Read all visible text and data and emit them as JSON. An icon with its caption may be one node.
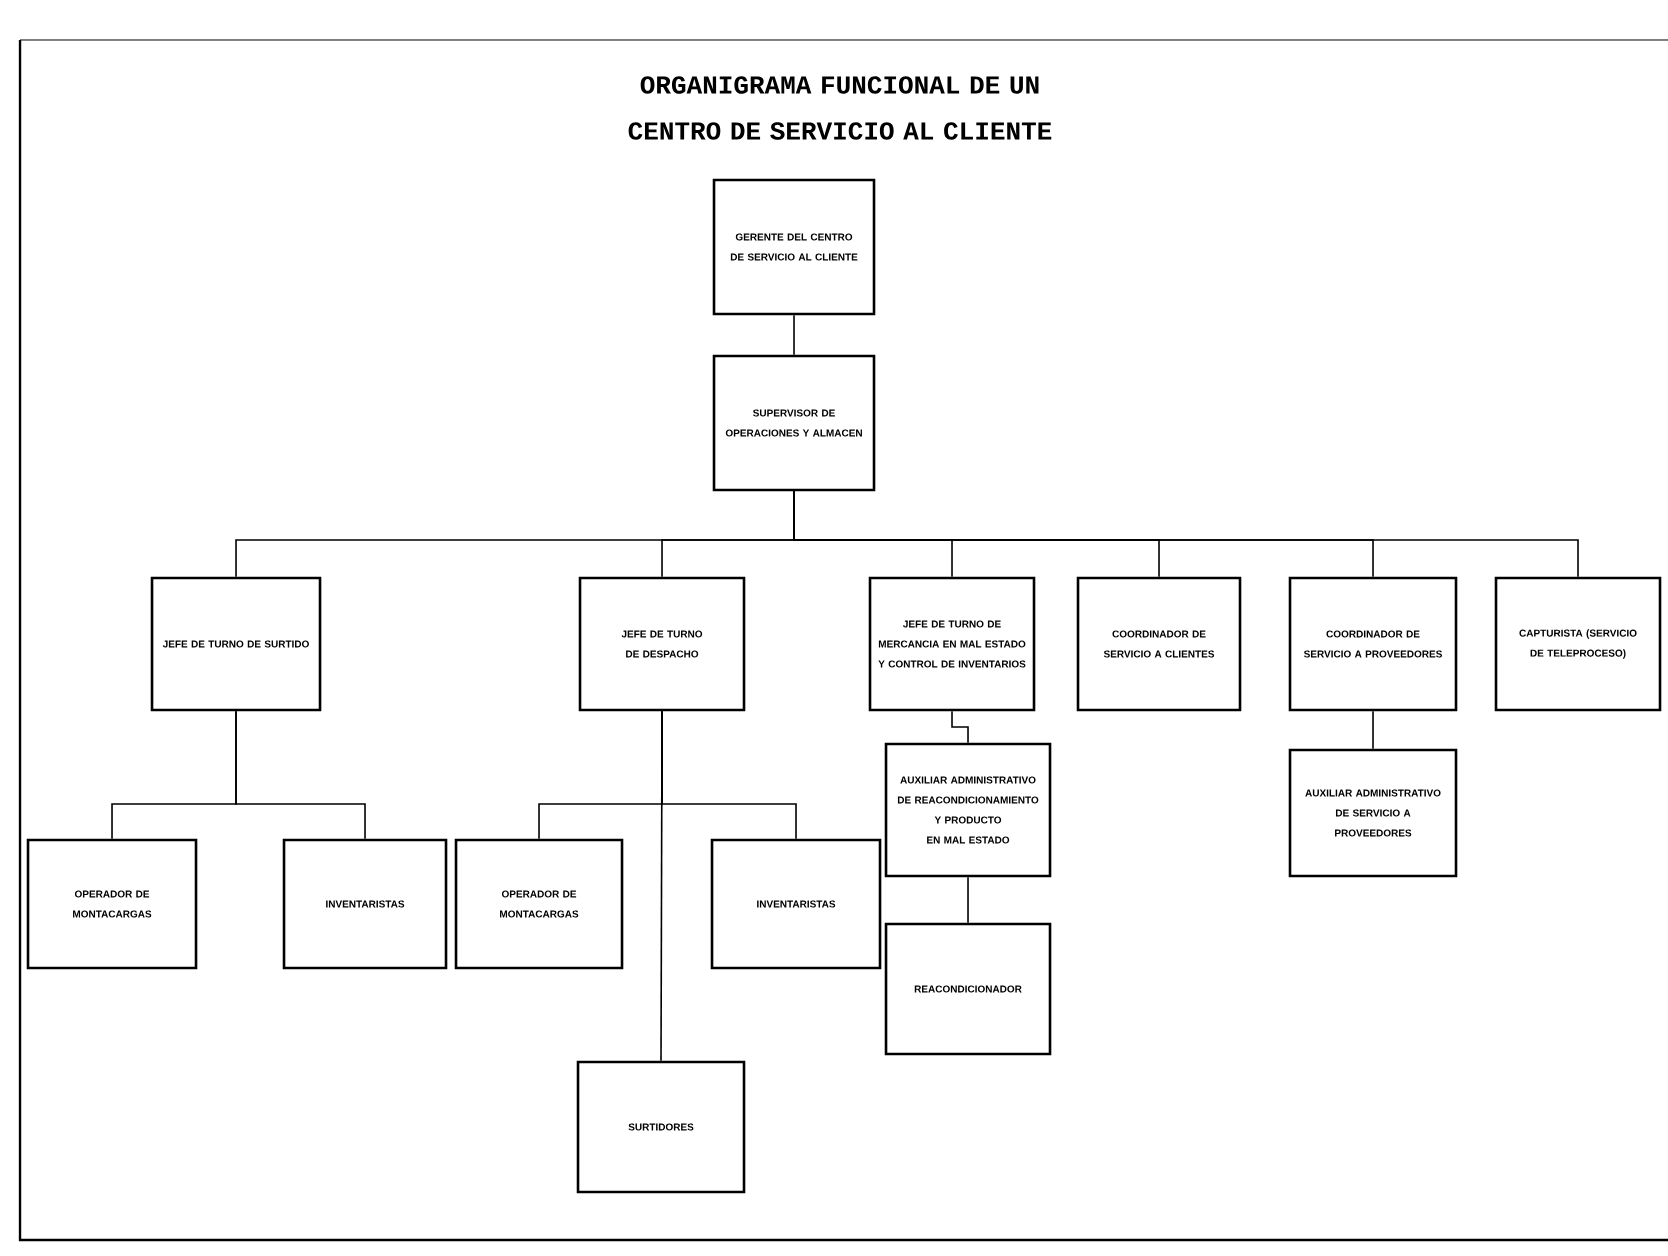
{
  "diagram": {
    "title": "ORGANIGRAMA FUNCIONAL DE UN CENTRO DE SERVICIO AL CLIENTE",
    "nodes": [
      {
        "text": [
          "GERENTE DEL CENTRO DE SERVICIO AL CLIENTE"
        ]
      },
      {
        "text": [
          "SUPERVISOR DE OPERACIONES Y ALMACEN"
        ]
      },
      {
        "text": [
          "JEFE DE TURNO DE SURTIDO"
        ]
      },
      {
        "text": [
          "JEFE DE TURNO DE DESPACHO"
        ]
      },
      {
        "text": [
          "JEFE DE TURNO DE MERCANCIA EN MAL ESTADO Y CONTROL DE INVENTARIOS"
        ]
      },
      {
        "text": [
          "COORDINADOR DE SERVICIO A CLIENTES"
        ]
      },
      {
        "text": [
          "COORDINADOR DE SERVICIO A PROVEEDORES"
        ]
      },
      {
        "text": [
          "CAPTURISTA (SERVICIO DE TELEPROCESO)"
        ]
      },
      {
        "text": [
          "OPERADOR DE MONTACARGAS"
        ]
      },
      {
        "text": [
          "INVENTARISTAS"
        ]
      },
      {
        "text": [
          "OPERADOR DE MONTACARGAS"
        ]
      },
      {
        "text": [
          "INVENTARISTAS"
        ]
      },
      {
        "text": [
          "SURTIDORES"
        ]
      },
      {
        "text": [
          "AUXILIAR ADMINISTRATIVO DE REACONDICIONAMIENTO Y PRODUCTO EN MAL ESTADO"
        ]
      },
      {
        "text": [
          "REACONDICIONADOR"
        ]
      },
      {
        "text": [
          "AUXILIAR ADMINISTRATIVO DE SERVICIO A PROVEEDORES"
        ]
      }
    ],
    "edges": [
      {
        "from": 0,
        "to": 1,
        "arrow": "none"
      },
      {
        "from": 1,
        "to": 2,
        "arrow": "none"
      },
      {
        "from": 1,
        "to": 3,
        "arrow": "none"
      },
      {
        "from": 1,
        "to": 4,
        "arrow": "none"
      },
      {
        "from": 1,
        "to": 5,
        "arrow": "none"
      },
      {
        "from": 1,
        "to": 6,
        "arrow": "none"
      },
      {
        "from": 1,
        "to": 7,
        "arrow": "none"
      },
      {
        "from": 2,
        "to": 8,
        "arrow": "none"
      },
      {
        "from": 2,
        "to": 9,
        "arrow": "none"
      },
      {
        "from": 3,
        "to": 10,
        "arrow": "none"
      },
      {
        "from": 3,
        "to": 11,
        "arrow": "none"
      },
      {
        "from": 3,
        "to": 12,
        "arrow": "none"
      },
      {
        "from": 4,
        "to": 13,
        "arrow": "none"
      },
      {
        "from": 13,
        "to": 14,
        "arrow": "none"
      },
      {
        "from": 6,
        "to": 15,
        "arrow": "none"
      }
    ]
  }
}
